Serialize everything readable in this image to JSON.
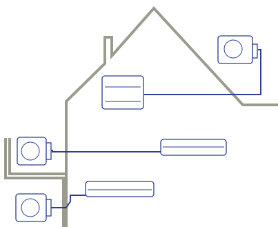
{
  "diagram": {
    "colors": {
      "wall": "#9b9a8c",
      "pipe": "#2a3d93",
      "unit_outline": "#2a3d93",
      "background": "#ffffff"
    },
    "components": {
      "outdoor_units": 3,
      "indoor_units": 3,
      "indoor_unit_types": [
        "floor-console",
        "wall-mounted",
        "wall-mounted"
      ]
    }
  }
}
